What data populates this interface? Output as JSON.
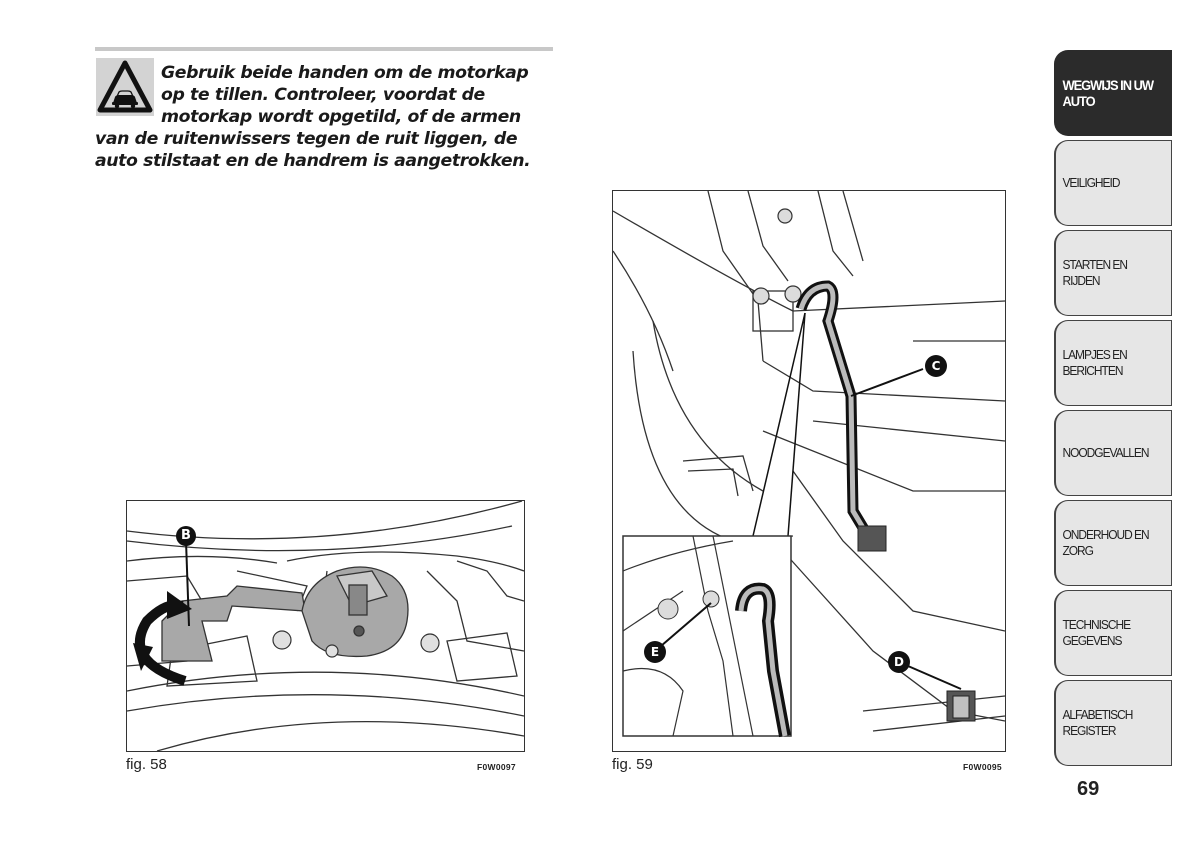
{
  "warning": {
    "icon": "warning-triangle-car-icon",
    "text": "Gebruik beide handen om de motorkap op te tillen. Controleer, voordat de motorkap wordt opgetild, of de armen van de ruitenwissers tegen de ruit liggen, de auto stilstaat en de handrem is aangetrokken."
  },
  "figures": [
    {
      "caption": "fig. 58",
      "code": "F0W0097",
      "labels": [
        "B"
      ]
    },
    {
      "caption": "fig. 59",
      "code": "F0W0095",
      "labels": [
        "C",
        "D",
        "E"
      ]
    }
  ],
  "tabs": [
    {
      "label": "WEGWIJS IN UW AUTO",
      "active": true
    },
    {
      "label": "VEILIGHEID",
      "active": false
    },
    {
      "label": "STARTEN EN RIJDEN",
      "active": false
    },
    {
      "label": "LAMPJES EN BERICHTEN",
      "active": false
    },
    {
      "label": "NOODGEVALLEN",
      "active": false
    },
    {
      "label": "ONDERHOUD EN ZORG",
      "active": false
    },
    {
      "label": "TECHNISCHE GEGEVENS",
      "active": false
    },
    {
      "label": "ALFABETISCH REGISTER",
      "active": false
    }
  ],
  "page_number": "69"
}
